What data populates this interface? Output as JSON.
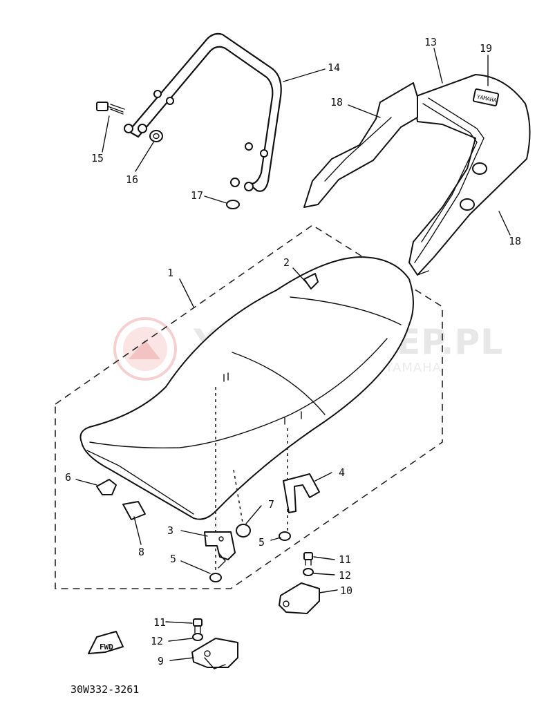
{
  "diagram": {
    "drawing_number": "30W332-3261",
    "fwd_label": "FWD",
    "tank_label": "YAMAHA"
  },
  "watermark": {
    "title": "YAMA-SKLEP.PL",
    "subtitle": "WOJCIECHOWICZ | DEALER YAMAHA",
    "color": "#f4c9c9"
  },
  "callouts": [
    {
      "label": "1"
    },
    {
      "label": "2"
    },
    {
      "label": "3"
    },
    {
      "label": "4"
    },
    {
      "label": "5"
    },
    {
      "label": "5"
    },
    {
      "label": "6"
    },
    {
      "label": "7"
    },
    {
      "label": "8"
    },
    {
      "label": "9"
    },
    {
      "label": "10"
    },
    {
      "label": "11"
    },
    {
      "label": "11"
    },
    {
      "label": "12"
    },
    {
      "label": "12"
    },
    {
      "label": "13"
    },
    {
      "label": "14"
    },
    {
      "label": "15"
    },
    {
      "label": "16"
    },
    {
      "label": "17"
    },
    {
      "label": "18"
    },
    {
      "label": "18"
    },
    {
      "label": "19"
    }
  ]
}
